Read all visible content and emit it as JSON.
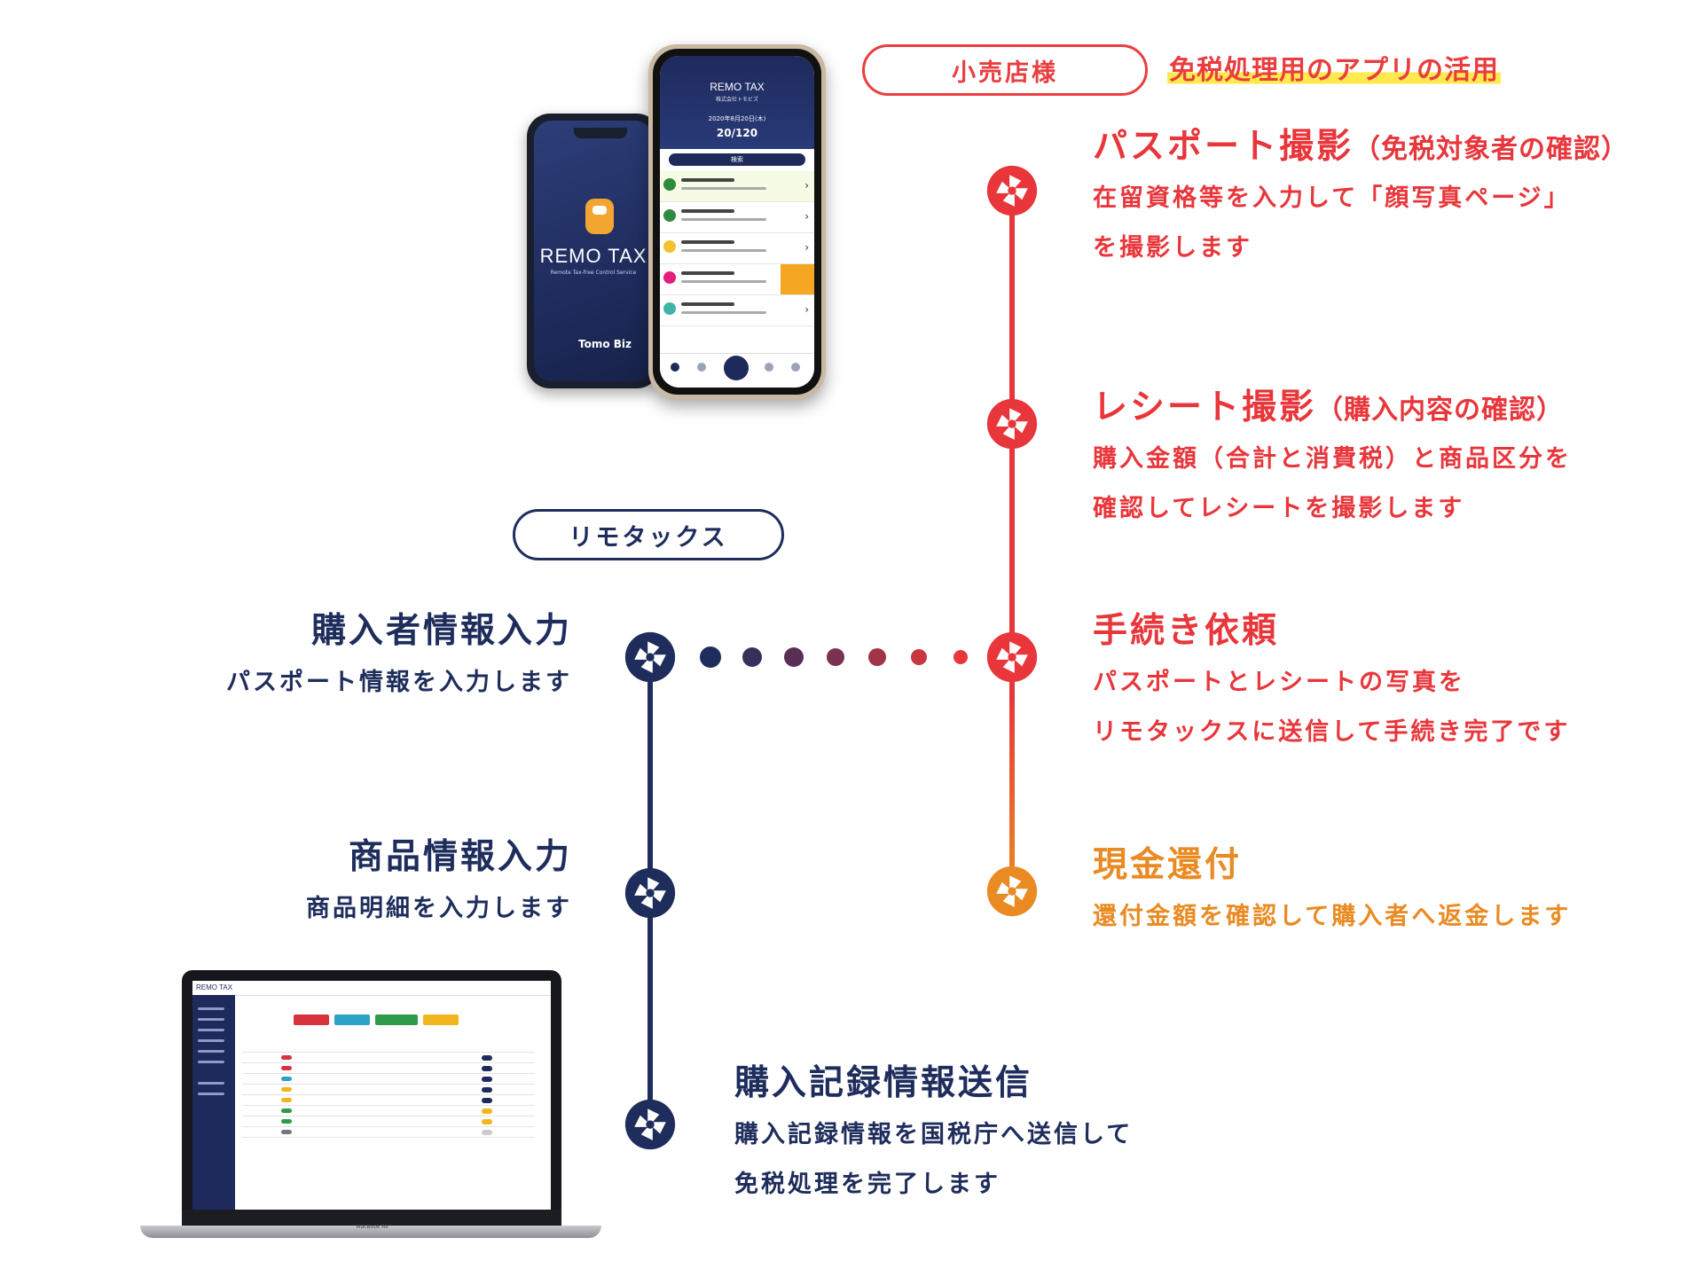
{
  "pills": {
    "retailer": "小売店様",
    "remotax": "リモタックス"
  },
  "caption": "免税処理用のアプリの活用",
  "retailer_steps": [
    {
      "title": "パスポート撮影",
      "paren": "（免税対象者の確認）",
      "lines": [
        "在留資格等を入力して「顔写真ページ」",
        "を撮影します"
      ]
    },
    {
      "title": "レシート撮影",
      "paren": "（購入内容の確認）",
      "lines": [
        "購入金額（合計と消費税）と商品区分を",
        "確認してレシートを撮影します"
      ]
    },
    {
      "title": "手続き依頼",
      "paren": "",
      "lines": [
        "パスポートとレシートの写真を",
        "リモタックスに送信して手続き完了です"
      ]
    },
    {
      "title": "現金還付",
      "paren": "",
      "lines": [
        "還付金額を確認して購入者へ返金します"
      ]
    }
  ],
  "remotax_steps": [
    {
      "title": "購入者情報入力",
      "lines": [
        "パスポート情報を入力します"
      ]
    },
    {
      "title": "商品情報入力",
      "lines": [
        "商品明細を入力します"
      ]
    },
    {
      "title": "購入記録情報送信",
      "lines": [
        "購入記録情報を国税庁へ送信して",
        "免税処理を完了します"
      ]
    }
  ],
  "phone_back": {
    "logo": "REMO TAX",
    "sub": "Remote Tax-free Control Service",
    "brand": "Tomo Biz"
  },
  "phone_front": {
    "logo": "REMO TAX",
    "company": "株式会社トモビズ",
    "date": "2020年8月20日(木)",
    "count": "20/120",
    "search": "検索"
  },
  "laptop": {
    "logo": "REMO TAX",
    "model": "MacBook Air"
  },
  "colors": {
    "red": "#e8363b",
    "orange": "#ea8a22",
    "navy": "#1e2d5c",
    "highlight": "#ffe94d"
  },
  "icons": {
    "step_node": "shuriken-icon"
  }
}
